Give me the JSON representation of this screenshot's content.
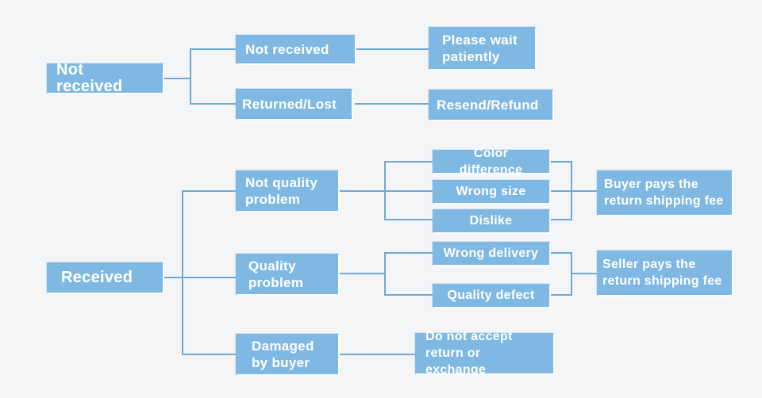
{
  "colors": {
    "box": "#7fb9e3",
    "line": "#6fa9d6",
    "text": "#ffffff",
    "background": "#f4f5f6"
  },
  "nodes": {
    "not_received": "Not received",
    "nr_not_received": "Not received",
    "nr_returned_lost": "Returned/Lost",
    "nr_please_wait": "Please wait\npatiently",
    "nr_resend_refund": "Resend/Refund",
    "received": "Received",
    "not_quality_problem": "Not quality\nproblem",
    "quality_problem": "Quality\nproblem",
    "damaged_by_buyer": "Damaged\nby buyer",
    "color_difference": "Color difference",
    "wrong_size": "Wrong size",
    "dislike": "Dislike",
    "wrong_delivery": "Wrong delivery",
    "quality_defect": "Quality defect",
    "buyer_pays": "Buyer pays the\nreturn shipping fee",
    "seller_pays": "Seller pays the\nreturn shipping fee",
    "do_not_accept": "Do not accept\nreturn or exchange"
  }
}
